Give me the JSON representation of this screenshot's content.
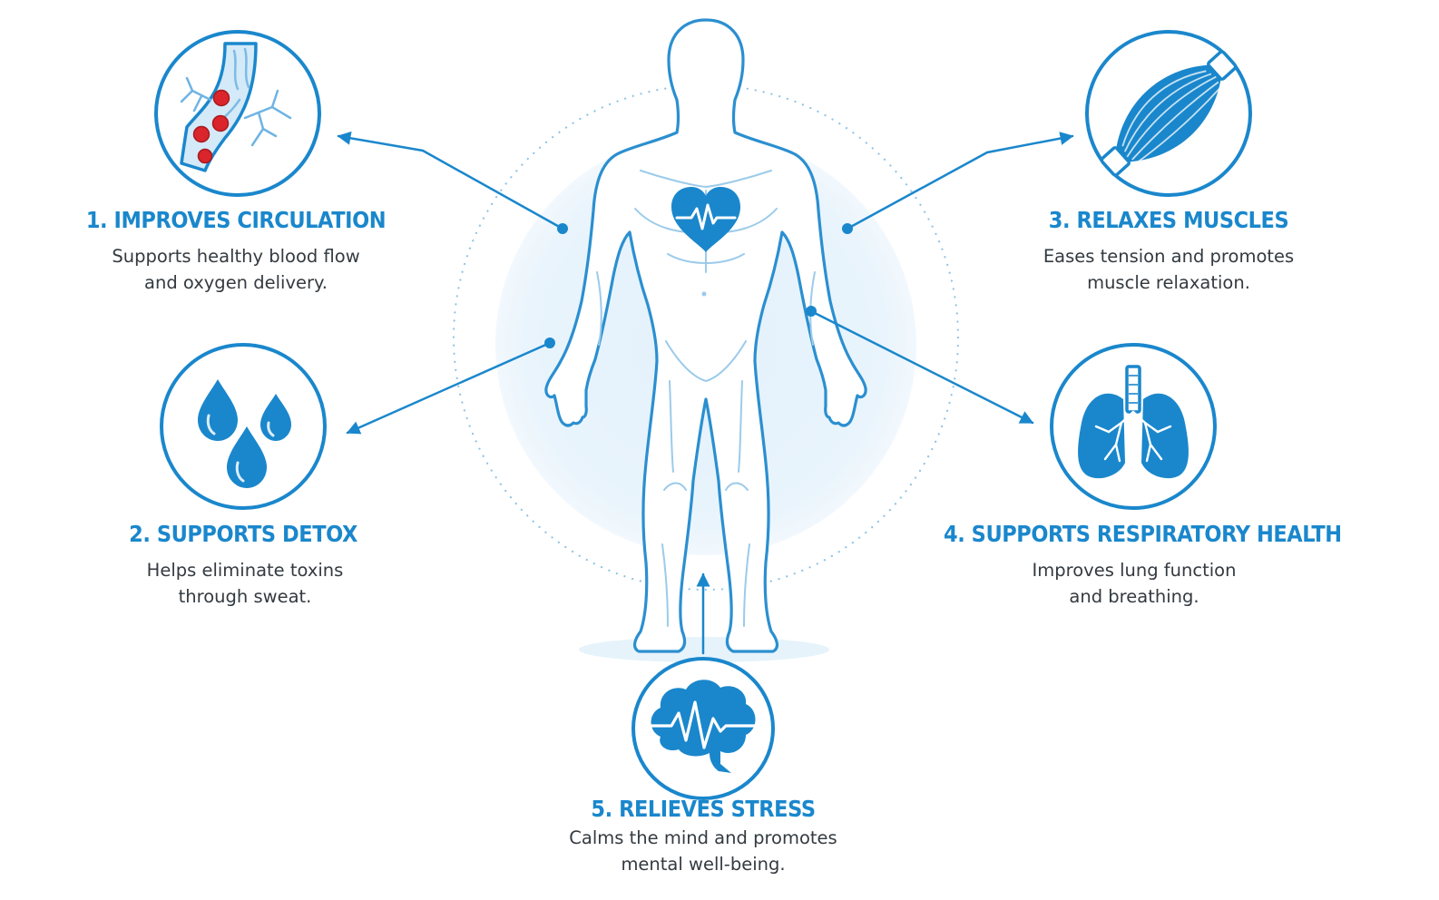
{
  "colors": {
    "primary": "#1a87cc",
    "outline": "#2b8fd0",
    "halo": "#e6f3fb",
    "text": "#333a40",
    "blood_cell": "#d9252b"
  },
  "icons": {
    "circulation": "blood-vessel-icon",
    "detox": "water-drops-icon",
    "muscles": "muscle-icon",
    "respiratory": "lungs-icon",
    "stress": "brain-pulse-icon",
    "body": "heart-pulse-icon"
  },
  "benefits": [
    {
      "title": "1. IMPROVES CIRCULATION",
      "lines": [
        "Supports healthy blood flow",
        "and oxygen delivery."
      ]
    },
    {
      "title": "2. SUPPORTS DETOX",
      "lines": [
        "Helps eliminate toxins",
        "through sweat."
      ]
    },
    {
      "title": "3. RELAXES MUSCLES",
      "lines": [
        "Eases tension and promotes",
        "muscle relaxation."
      ]
    },
    {
      "title": "4. SUPPORTS RESPIRATORY HEALTH",
      "lines": [
        "Improves lung function",
        "and breathing."
      ]
    },
    {
      "title": "5. RELIEVES STRESS",
      "lines": [
        "Calms the mind and promotes",
        "mental well-being."
      ]
    }
  ]
}
